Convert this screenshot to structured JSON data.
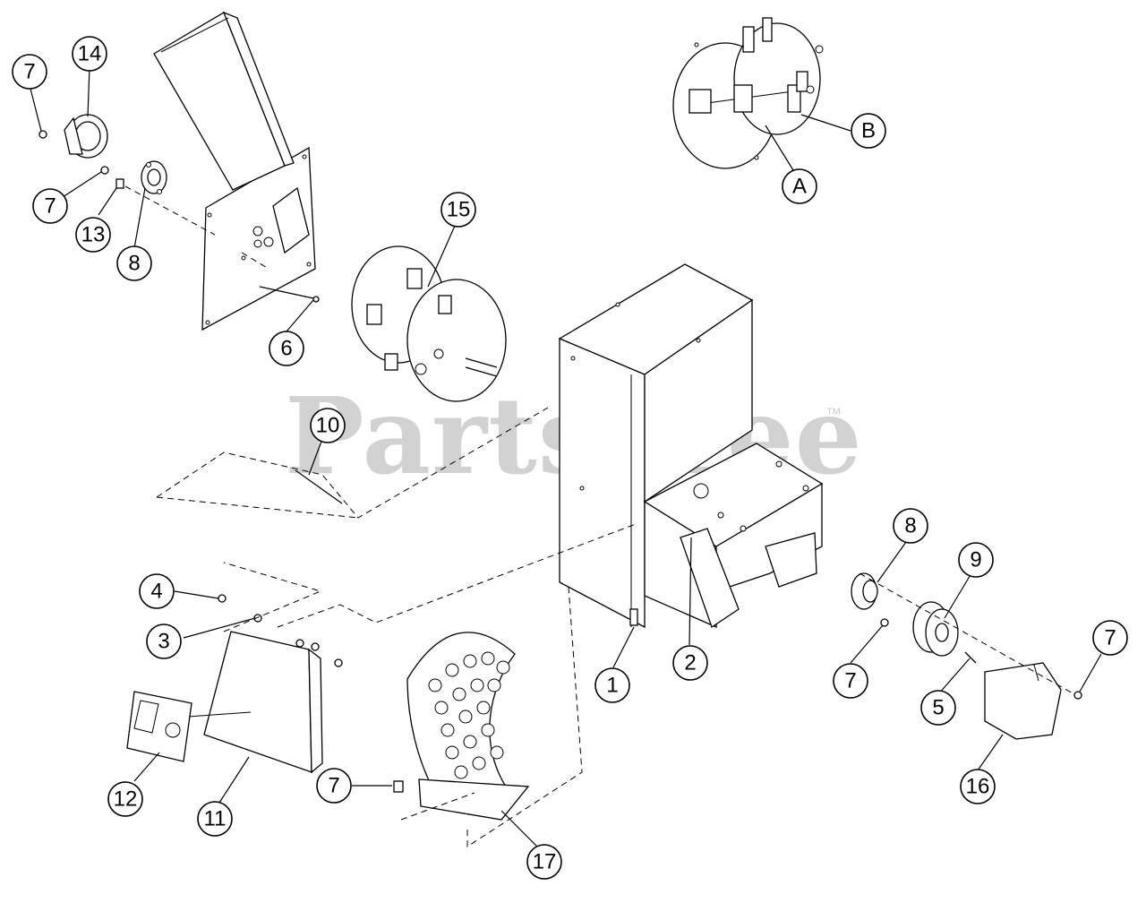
{
  "watermark": {
    "text": "PartsTree",
    "trademark": "™"
  },
  "callouts": [
    {
      "id": "c7a",
      "label": "7"
    },
    {
      "id": "c14",
      "label": "14"
    },
    {
      "id": "c7b",
      "label": "7"
    },
    {
      "id": "c13",
      "label": "13"
    },
    {
      "id": "c8a",
      "label": "8"
    },
    {
      "id": "c6",
      "label": "6"
    },
    {
      "id": "c15",
      "label": "15"
    },
    {
      "id": "cB",
      "label": "B"
    },
    {
      "id": "cA",
      "label": "A"
    },
    {
      "id": "c10",
      "label": "10"
    },
    {
      "id": "c4",
      "label": "4"
    },
    {
      "id": "c3",
      "label": "3"
    },
    {
      "id": "c1",
      "label": "1"
    },
    {
      "id": "c2",
      "label": "2"
    },
    {
      "id": "c8b",
      "label": "8"
    },
    {
      "id": "c9",
      "label": "9"
    },
    {
      "id": "c7c",
      "label": "7"
    },
    {
      "id": "c7d",
      "label": "7"
    },
    {
      "id": "c5",
      "label": "5"
    },
    {
      "id": "c16",
      "label": "16"
    },
    {
      "id": "c12",
      "label": "12"
    },
    {
      "id": "c11",
      "label": "11"
    },
    {
      "id": "c7e",
      "label": "7"
    },
    {
      "id": "c17",
      "label": "17"
    }
  ]
}
